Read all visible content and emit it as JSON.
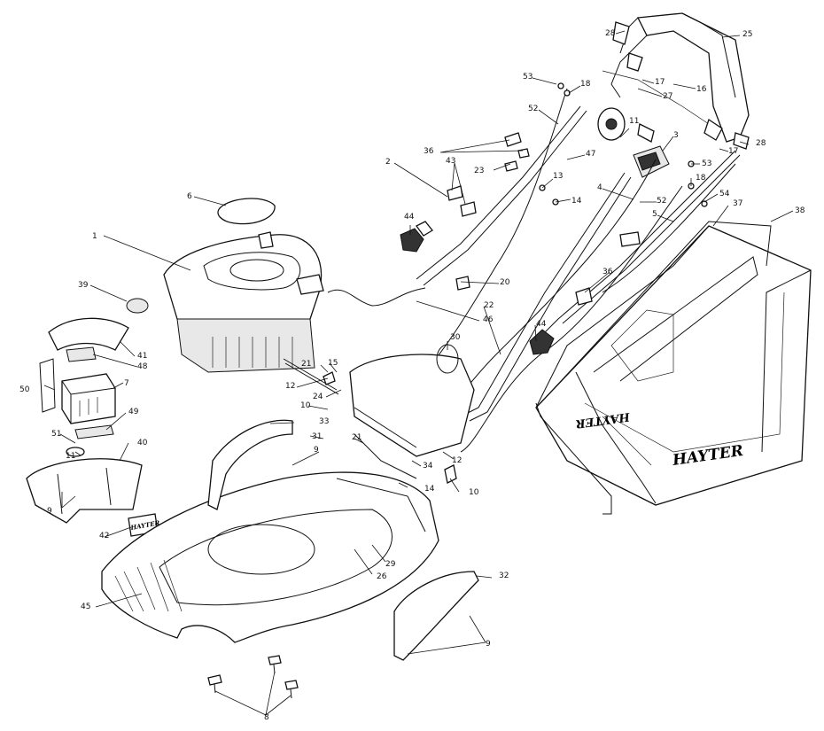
{
  "brand": {
    "grass_bag_front": "HAYTER",
    "grass_bag_inside": "HAYTER",
    "decal_label": "HAYTER"
  },
  "callouts": [
    "1",
    "2",
    "3",
    "4",
    "5",
    "6",
    "7",
    "8",
    "9",
    "9",
    "9",
    "10",
    "10",
    "11",
    "11",
    "12",
    "12",
    "13",
    "14",
    "14",
    "15",
    "16",
    "17",
    "17",
    "18",
    "18",
    "20",
    "21",
    "21",
    "22",
    "23",
    "24",
    "25",
    "26",
    "27",
    "28",
    "28",
    "29",
    "30",
    "31",
    "32",
    "33",
    "34",
    "36",
    "36",
    "37",
    "38",
    "39",
    "40",
    "41",
    "42",
    "43",
    "44",
    "44",
    "45",
    "46",
    "47",
    "48",
    "49",
    "50",
    "51",
    "52",
    "52",
    "53",
    "53",
    "54"
  ]
}
